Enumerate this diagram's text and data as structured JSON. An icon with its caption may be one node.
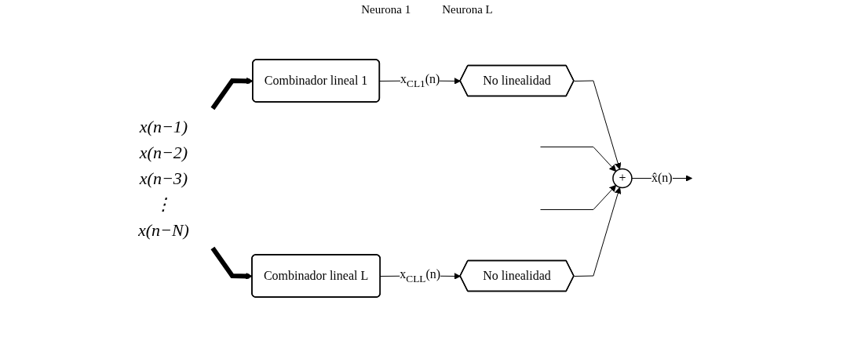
{
  "diagram": {
    "nodes": [
      {
        "text": [
          "x(n−1)",
          "x(n−2)",
          "x(n−3)",
          "⋮",
          "x(n−N)"
        ]
      },
      {
        "text": [
          "Combinador lineal 1"
        ]
      },
      {
        "text": [
          "No linealidad"
        ]
      },
      {
        "text": [
          "Combinador lineal L"
        ]
      },
      {
        "text": [
          "No linealidad"
        ]
      },
      {
        "text": [
          "+"
        ]
      }
    ],
    "edges": [
      {
        "from": 0,
        "to": 1,
        "arrow": "to",
        "style": "thick"
      },
      {
        "from": 0,
        "to": 3,
        "arrow": "to",
        "style": "thick"
      },
      {
        "from": 1,
        "to": 2,
        "arrow": "to",
        "label": "x$_{CL1}$(n)"
      },
      {
        "from": 3,
        "to": 4,
        "arrow": "to",
        "label": "x$_{CLL}$(n)"
      },
      {
        "from": 2,
        "to": 5,
        "arrow": "to"
      },
      {
        "from": null,
        "to": 5,
        "arrow": "to"
      },
      {
        "from": null,
        "to": 5,
        "arrow": "to"
      },
      {
        "from": 4,
        "to": 5,
        "arrow": "to"
      },
      {
        "from": 5,
        "to": null,
        "arrow": "to",
        "label": "x̂(n)"
      }
    ],
    "labels": [
      "Neurona 1",
      "Neurona L"
    ]
  }
}
